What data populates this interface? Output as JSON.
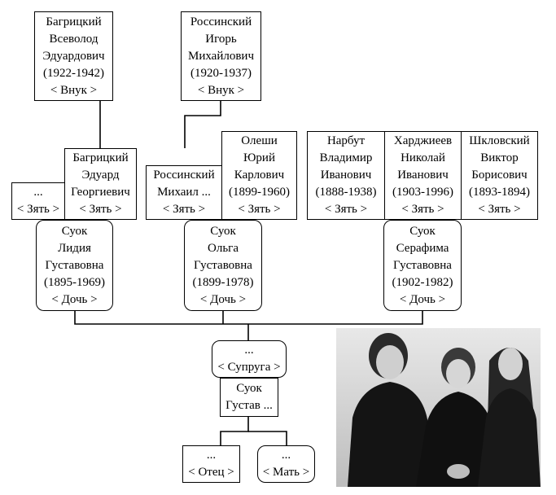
{
  "people": {
    "bagritsky_vs": {
      "lines": [
        "Багрицкий",
        "Всеволод",
        "Эдуардович",
        "(1922-1942)",
        "< Внук >"
      ]
    },
    "rossinsky_ig": {
      "lines": [
        "Россинский",
        "Игорь",
        "Михайлович",
        "(1920-1937)",
        "< Внук >"
      ]
    },
    "unknown_zyat": {
      "lines": [
        "...",
        "< Зять >"
      ]
    },
    "bagritsky_ed": {
      "lines": [
        "Багрицкий",
        "Эдуард",
        "Георгиевич",
        "< Зять >"
      ]
    },
    "rossinsky_mi": {
      "lines": [
        "Россинский",
        "Михаил ...",
        "< Зять >"
      ]
    },
    "olesha": {
      "lines": [
        "Олеши",
        "Юрий",
        "Карлович",
        "(1899-1960)",
        "< Зять >"
      ]
    },
    "narbut": {
      "lines": [
        "Нарбут",
        "Владимир",
        "Иванович",
        "(1888-1938)",
        "< Зять >"
      ]
    },
    "khardzhiev": {
      "lines": [
        "Харджиеев",
        "Николай",
        "Иванович",
        "(1903-1996)",
        "< Зять >"
      ]
    },
    "shklovsky": {
      "lines": [
        "Шкловский",
        "Виктор",
        "Борисович",
        "(1893-1894)",
        "< Зять >"
      ]
    },
    "lidiya": {
      "lines": [
        "Суок",
        "Лидия",
        "Густавовна",
        "(1895-1969)",
        "< Дочь >"
      ]
    },
    "olga": {
      "lines": [
        "Суок",
        "Ольга",
        "Густавовна",
        "(1899-1978)",
        "< Дочь >"
      ]
    },
    "serafima": {
      "lines": [
        "Суок",
        "Серафима",
        "Густавовна",
        "(1902-1982)",
        "< Дочь >"
      ]
    },
    "spouse": {
      "lines": [
        "...",
        "< Супруга >"
      ]
    },
    "gustav": {
      "lines": [
        "Суок",
        "Густав ..."
      ]
    },
    "father": {
      "lines": [
        "...",
        "< Отец >"
      ]
    },
    "mother": {
      "lines": [
        "...",
        "< Мать >"
      ]
    }
  },
  "photo": {
    "subject": "three-sisters-photo"
  }
}
